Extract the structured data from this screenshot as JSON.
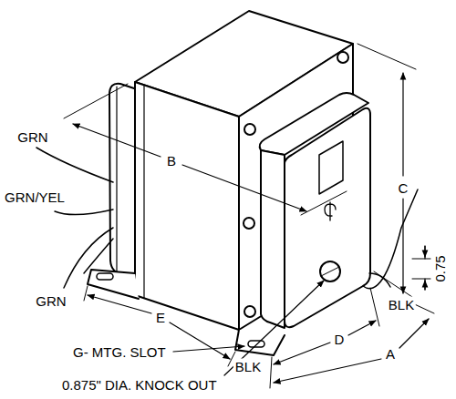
{
  "diagram": {
    "labels": [
      "GRN",
      "GRN/YEL",
      "GRN",
      "B",
      "C",
      "0.75",
      "BLK",
      "E",
      "D",
      "A",
      "G- MTG. SLOT",
      "BLK",
      "0.875\" DIA. KNOCK OUT"
    ]
  }
}
